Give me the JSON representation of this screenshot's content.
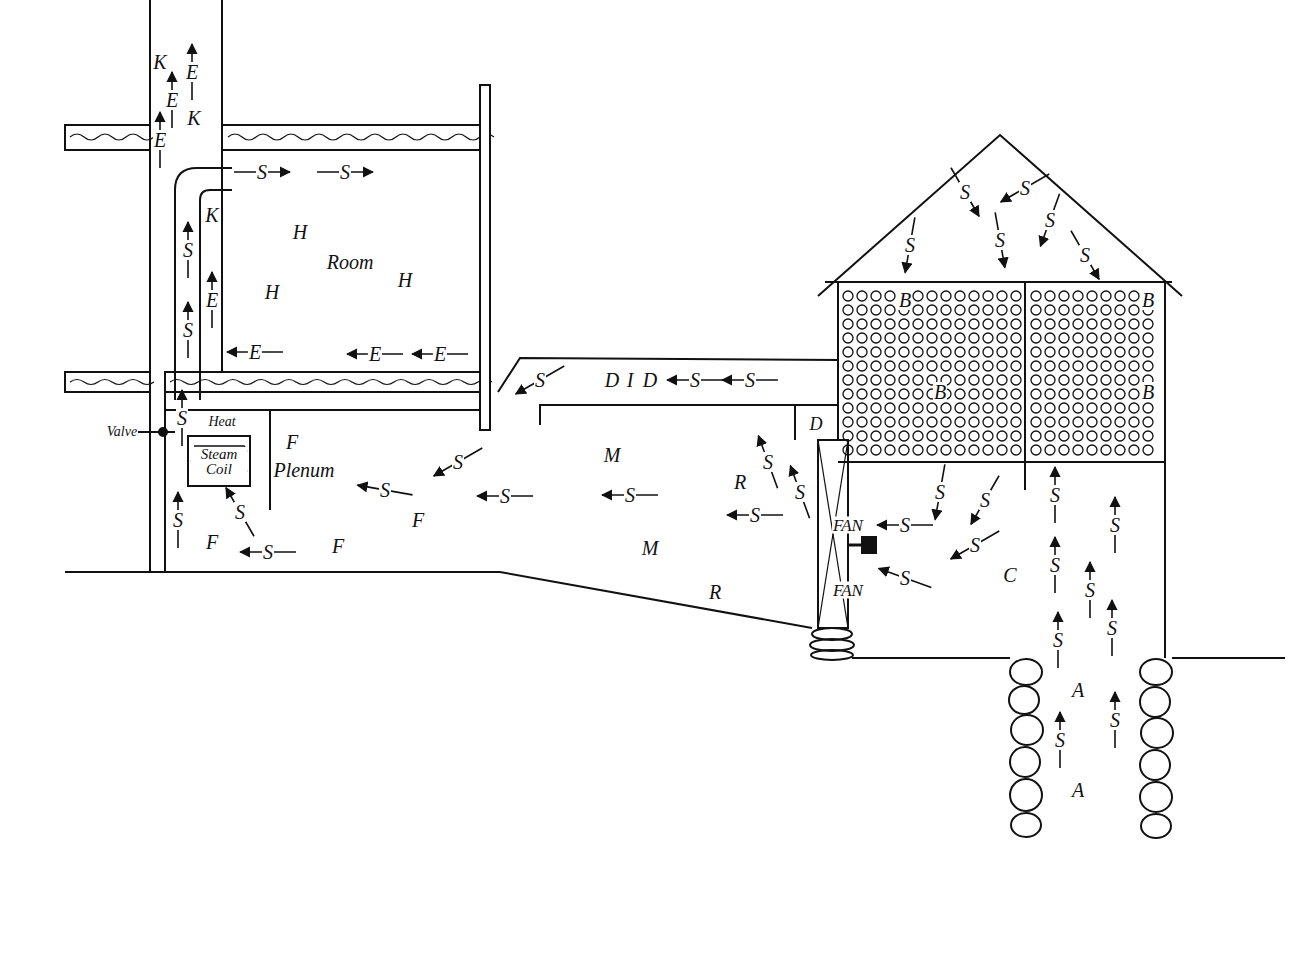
{
  "diagram": {
    "labels": [
      "K",
      "E",
      "E",
      "K",
      "E",
      "S",
      "S",
      "H",
      "Room",
      "H",
      "H",
      "K",
      "S",
      "E",
      "S",
      "E",
      "E",
      "E",
      "Valve",
      "Heat",
      "Steam Coil",
      "F",
      "Plenum",
      "S",
      "S",
      "S",
      "F",
      "S",
      "F",
      "S",
      "F",
      "S",
      "S",
      "D",
      "I",
      "D",
      "S",
      "S",
      "D",
      "M",
      "S",
      "R",
      "S",
      "S",
      "S",
      "M",
      "S",
      "R",
      "FAN",
      "FAN",
      "S",
      "S",
      "C",
      "S",
      "S",
      "S",
      "S",
      "S",
      "S",
      "B",
      "B",
      "B",
      "B",
      "S",
      "S",
      "S",
      "S",
      "S",
      "S",
      "S",
      "S",
      "S",
      "A",
      "S",
      "S",
      "A"
    ]
  }
}
